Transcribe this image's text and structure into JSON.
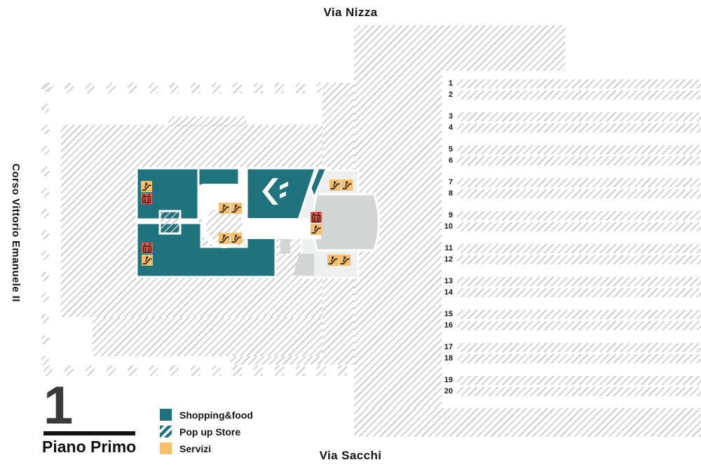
{
  "streets": {
    "top": "Via Nizza",
    "bottom": "Via Sacchi",
    "left": "Corso Vittorio Emanuele II"
  },
  "floor": {
    "number": "1",
    "label": "Piano Primo"
  },
  "legend": {
    "items": [
      {
        "label": "Shopping&food",
        "type": "shopping"
      },
      {
        "label": "Pop up Store",
        "type": "popup"
      },
      {
        "label": "Servizi",
        "type": "services"
      }
    ]
  },
  "platforms": {
    "pairs": [
      [
        "1",
        "2"
      ],
      [
        "3",
        "4"
      ],
      [
        "5",
        "6"
      ],
      [
        "7",
        "8"
      ],
      [
        "9",
        "10"
      ],
      [
        "11",
        "12"
      ],
      [
        "13",
        "14"
      ],
      [
        "15",
        "16"
      ],
      [
        "17",
        "18"
      ],
      [
        "19",
        "20"
      ]
    ]
  },
  "icons": {
    "escalator-icon": "escalator",
    "elevator-icon": "elevator",
    "station-logo": "stylized F station logo"
  },
  "colors": {
    "shopping_teal": "#1e737d",
    "services_yellow": "#f6c06a",
    "elevator_red": "#e65a4f",
    "hatch_line": "#c6c6c6",
    "floor_gray": "#eef0f0",
    "platform_gray": "#d3d5d5",
    "text_black": "#141414"
  }
}
